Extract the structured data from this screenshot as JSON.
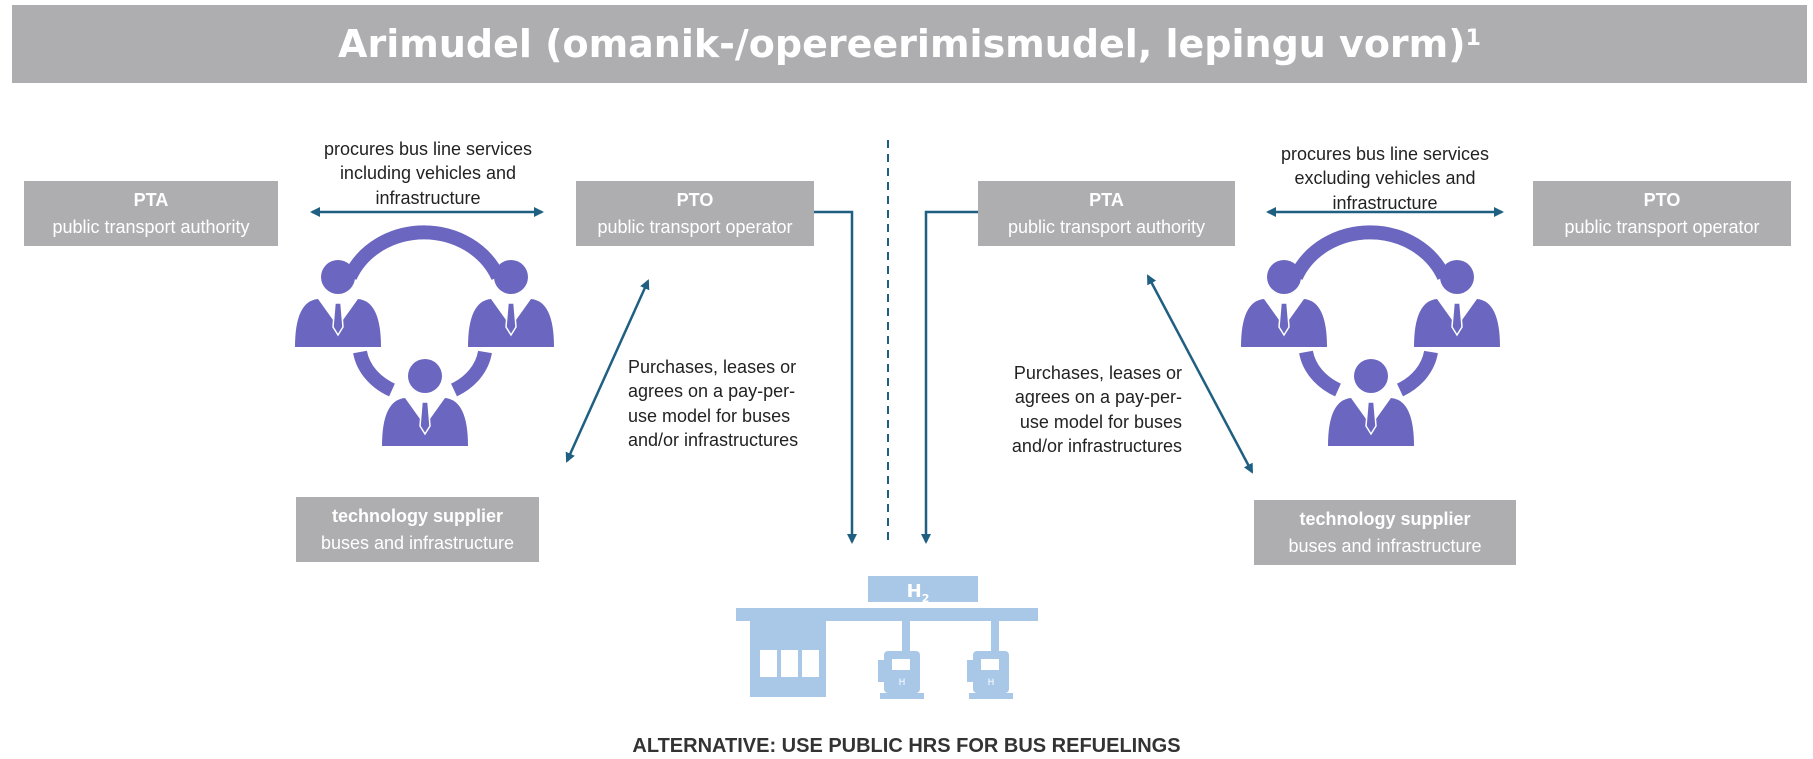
{
  "title": {
    "text": "Arimudel (omanik-/opereerimismudel, lepingu vorm)",
    "footnote": "1"
  },
  "left_model": {
    "pta": {
      "title": "PTA",
      "subtitle": "public transport authority"
    },
    "pto": {
      "title": "PTO",
      "subtitle": "public transport operator"
    },
    "supplier": {
      "title": "technology supplier",
      "subtitle": "buses and infrastructure"
    },
    "procure_label": [
      "procures bus line services",
      "including vehicles and",
      "infrastructure"
    ],
    "purchase_label": [
      "Purchases, leases or",
      "agrees on a pay-per-",
      "use model for buses",
      "and/or infrastructures"
    ]
  },
  "right_model": {
    "pta": {
      "title": "PTA",
      "subtitle": "public transport authority"
    },
    "pto": {
      "title": "PTO",
      "subtitle": "public transport operator"
    },
    "supplier": {
      "title": "technology supplier",
      "subtitle": "buses and infrastructure"
    },
    "procure_label": [
      "procures bus line services",
      "excluding vehicles and",
      "infrastructure"
    ],
    "purchase_label": [
      "Purchases, leases or",
      "agrees on a pay-per-",
      "use model for buses",
      "and/or infrastructures"
    ]
  },
  "station": {
    "sign": "H",
    "sign_sub": "2",
    "pump_label": "H"
  },
  "footer": "ALTERNATIVE: USE PUBLIC HRS FOR BUS REFUELINGS",
  "colors": {
    "box_gray": "#aeaeb0",
    "arrow_blue": "#1f5f82",
    "people_purple": "#6b67c0",
    "station_blue": "#a9c8e8"
  }
}
